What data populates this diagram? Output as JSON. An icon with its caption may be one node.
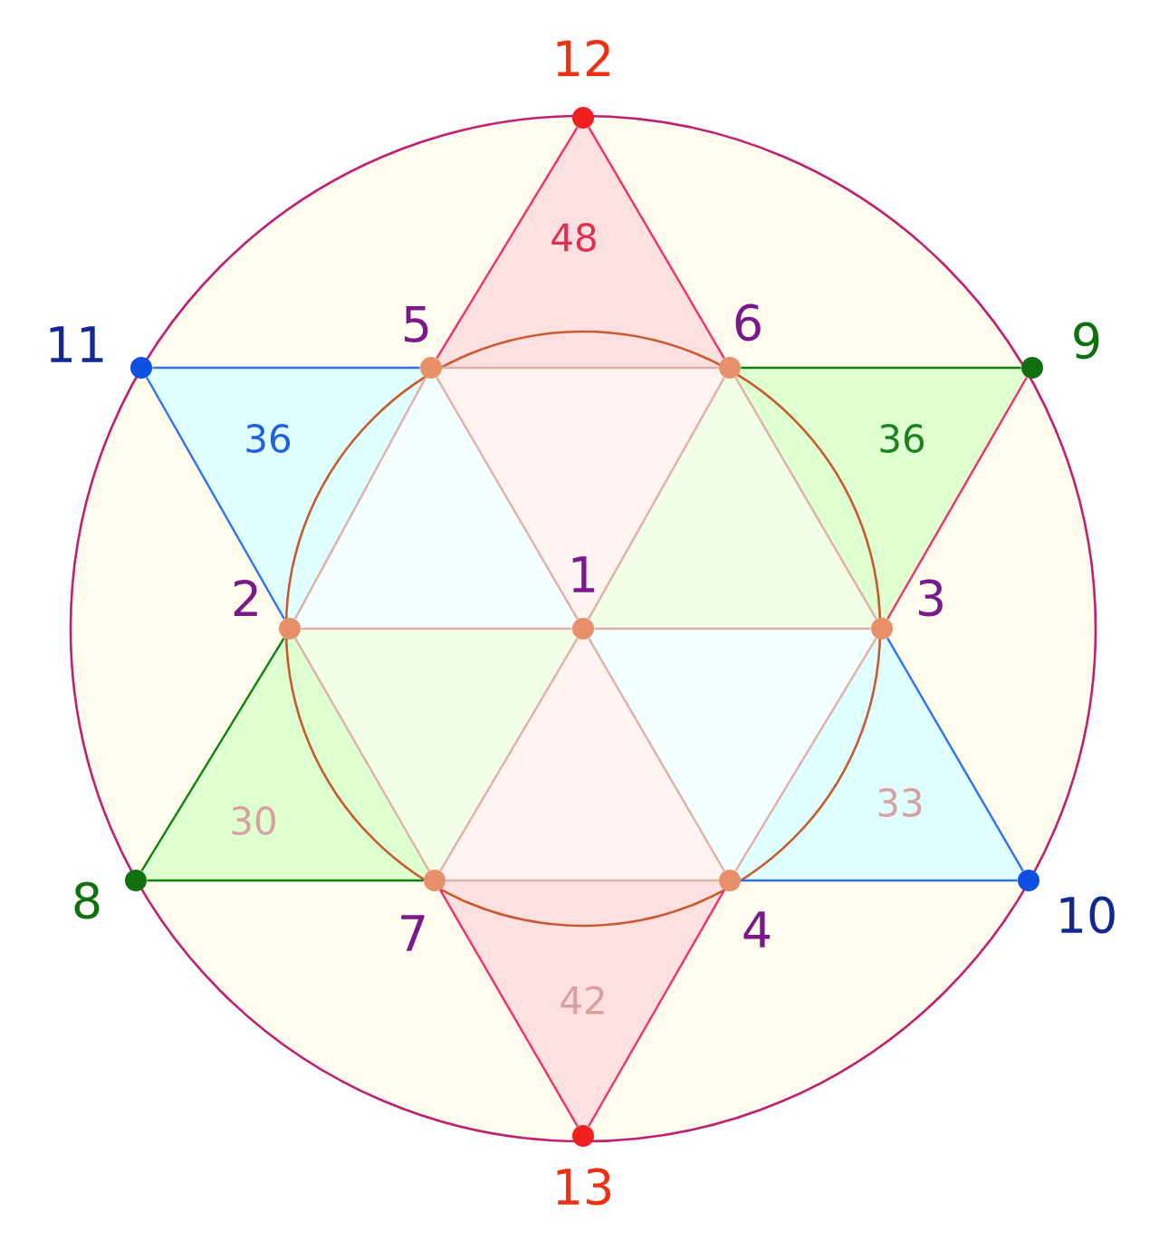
{
  "diagram": {
    "nodes": [
      {
        "text": [
          "1"
        ]
      },
      {
        "text": [
          "2"
        ]
      },
      {
        "text": [
          "3"
        ]
      },
      {
        "text": [
          "4"
        ]
      },
      {
        "text": [
          "5"
        ]
      },
      {
        "text": [
          "6"
        ]
      },
      {
        "text": [
          "7"
        ]
      },
      {
        "text": [
          "8"
        ]
      },
      {
        "text": [
          "9"
        ]
      },
      {
        "text": [
          "10"
        ]
      },
      {
        "text": [
          "11"
        ]
      },
      {
        "text": [
          "12"
        ]
      },
      {
        "text": [
          "13"
        ]
      }
    ],
    "edges": [
      {
        "from": 11,
        "to": 4,
        "arrow": "none",
        "color": "#f0306a"
      },
      {
        "from": 11,
        "to": 5,
        "arrow": "none",
        "color": "#f0306a"
      },
      {
        "from": 10,
        "to": 4,
        "arrow": "none",
        "color": "#3070f0"
      },
      {
        "from": 4,
        "to": 5,
        "arrow": "none"
      },
      {
        "from": 5,
        "to": 8,
        "arrow": "none",
        "color": "#108010"
      },
      {
        "from": 10,
        "to": 1,
        "arrow": "none",
        "color": "#3070f0"
      },
      {
        "from": 4,
        "to": 1,
        "arrow": "none"
      },
      {
        "from": 5,
        "to": 2,
        "arrow": "none"
      },
      {
        "from": 8,
        "to": 2,
        "arrow": "none",
        "color": "#f0306a"
      },
      {
        "from": 4,
        "to": 0,
        "arrow": "none"
      },
      {
        "from": 5,
        "to": 0,
        "arrow": "none"
      },
      {
        "from": 1,
        "to": 0,
        "arrow": "none"
      },
      {
        "from": 0,
        "to": 2,
        "arrow": "none"
      },
      {
        "from": 0,
        "to": 6,
        "arrow": "none"
      },
      {
        "from": 0,
        "to": 3,
        "arrow": "none"
      },
      {
        "from": 1,
        "to": 7,
        "arrow": "none",
        "color": "#108010"
      },
      {
        "from": 1,
        "to": 6,
        "arrow": "none"
      },
      {
        "from": 2,
        "to": 3,
        "arrow": "none"
      },
      {
        "from": 2,
        "to": 9,
        "arrow": "none",
        "color": "#3070f0"
      },
      {
        "from": 7,
        "to": 6,
        "arrow": "none",
        "color": "#108010"
      },
      {
        "from": 6,
        "to": 3,
        "arrow": "none"
      },
      {
        "from": 3,
        "to": 9,
        "arrow": "none",
        "color": "#3070f0"
      },
      {
        "from": 6,
        "to": 12,
        "arrow": "none",
        "color": "#f0306a"
      },
      {
        "from": 3,
        "to": 12,
        "arrow": "none",
        "color": "#f0306a"
      }
    ],
    "labels": [
      "48",
      "36",
      "36",
      "30",
      "33",
      "42"
    ]
  }
}
